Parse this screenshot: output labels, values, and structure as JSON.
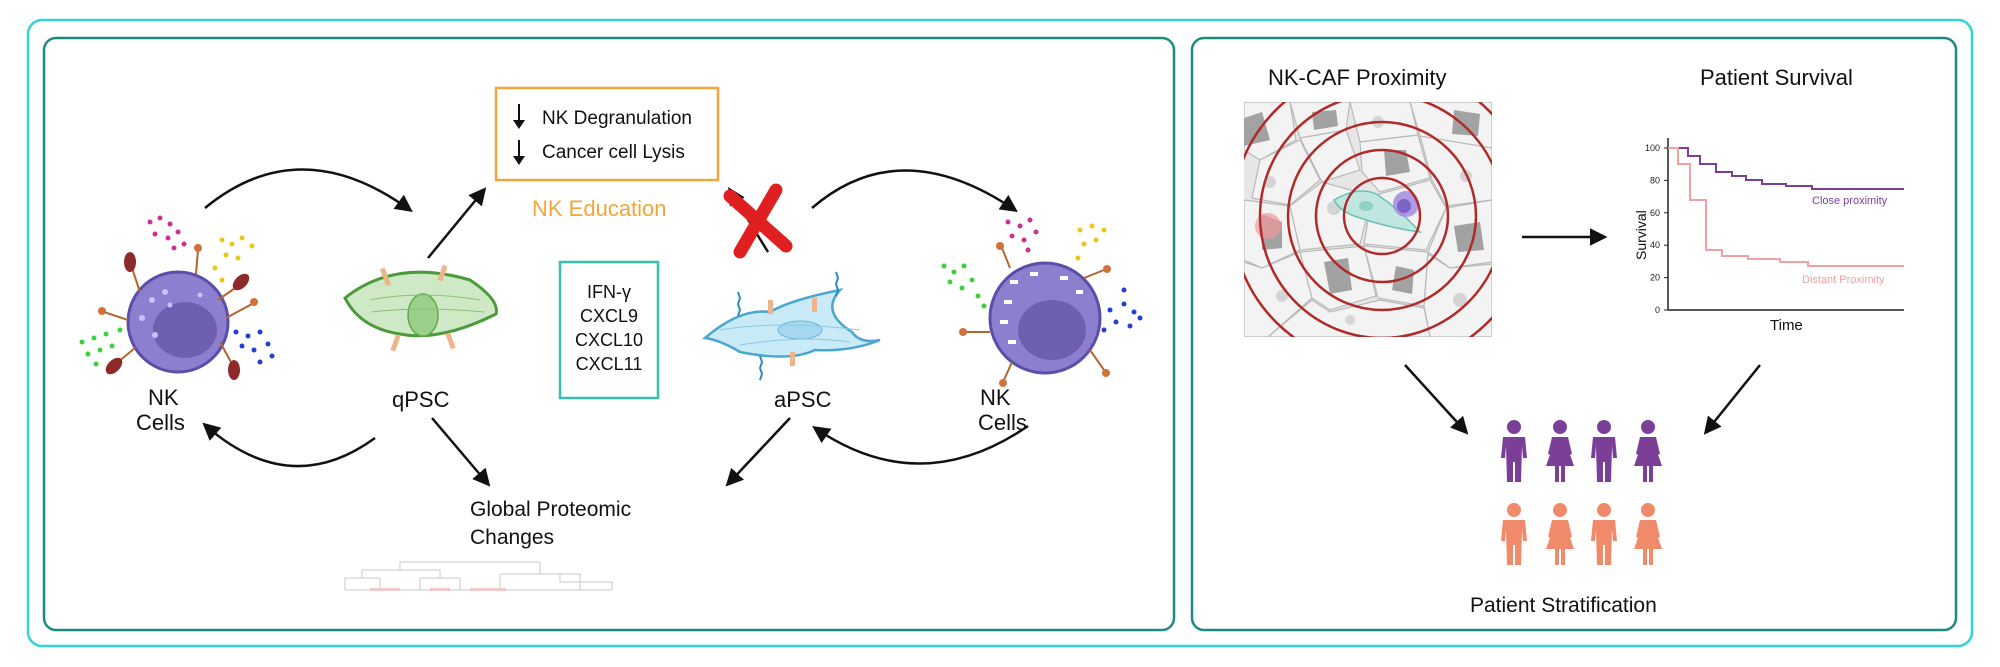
{
  "left_panel": {
    "nk_cells_left": {
      "line1": "NK",
      "line2": "Cells"
    },
    "qpsc_label": "qPSC",
    "apsc_label": "aPSC",
    "nk_cells_right": {
      "line1": "NK",
      "line2": "Cells"
    },
    "effects_box": {
      "line1": "NK Degranulation",
      "line2": "Cancer cell Lysis",
      "arrow_glyph": "down-arrow"
    },
    "nk_education": "NK Education",
    "cytokines": [
      "IFN-γ",
      "CXCL9",
      "CXCL10",
      "CXCL11"
    ],
    "global_proteomic": {
      "line1": "Global Proteomic",
      "line2": "Changes"
    },
    "colors": {
      "border": "#1e8b82",
      "effects_box": "#f2a63a",
      "nk_education": "#f2a63a",
      "cytokine_box": "#39bfae",
      "inhibit_x": "#e02020"
    }
  },
  "right_panel": {
    "proximity_title": "NK-CAF Proximity",
    "survival_title": "Patient Survival",
    "survival_chart": {
      "ylabel": "Survival",
      "xlabel": "Time",
      "yticks": [
        "0",
        "20",
        "40",
        "60",
        "80",
        "100"
      ],
      "series": [
        {
          "name": "Close proximity",
          "color": "#7b3f98"
        },
        {
          "name": "Distant Proximity",
          "color": "#f2a0a0"
        }
      ]
    },
    "stratification_label": "Patient Stratification",
    "colors": {
      "purple_patients": "#7b3f98",
      "orange_patients": "#f08a6a",
      "rings": "#b02a2a"
    }
  },
  "outer_border_color": "#2fd3d8"
}
